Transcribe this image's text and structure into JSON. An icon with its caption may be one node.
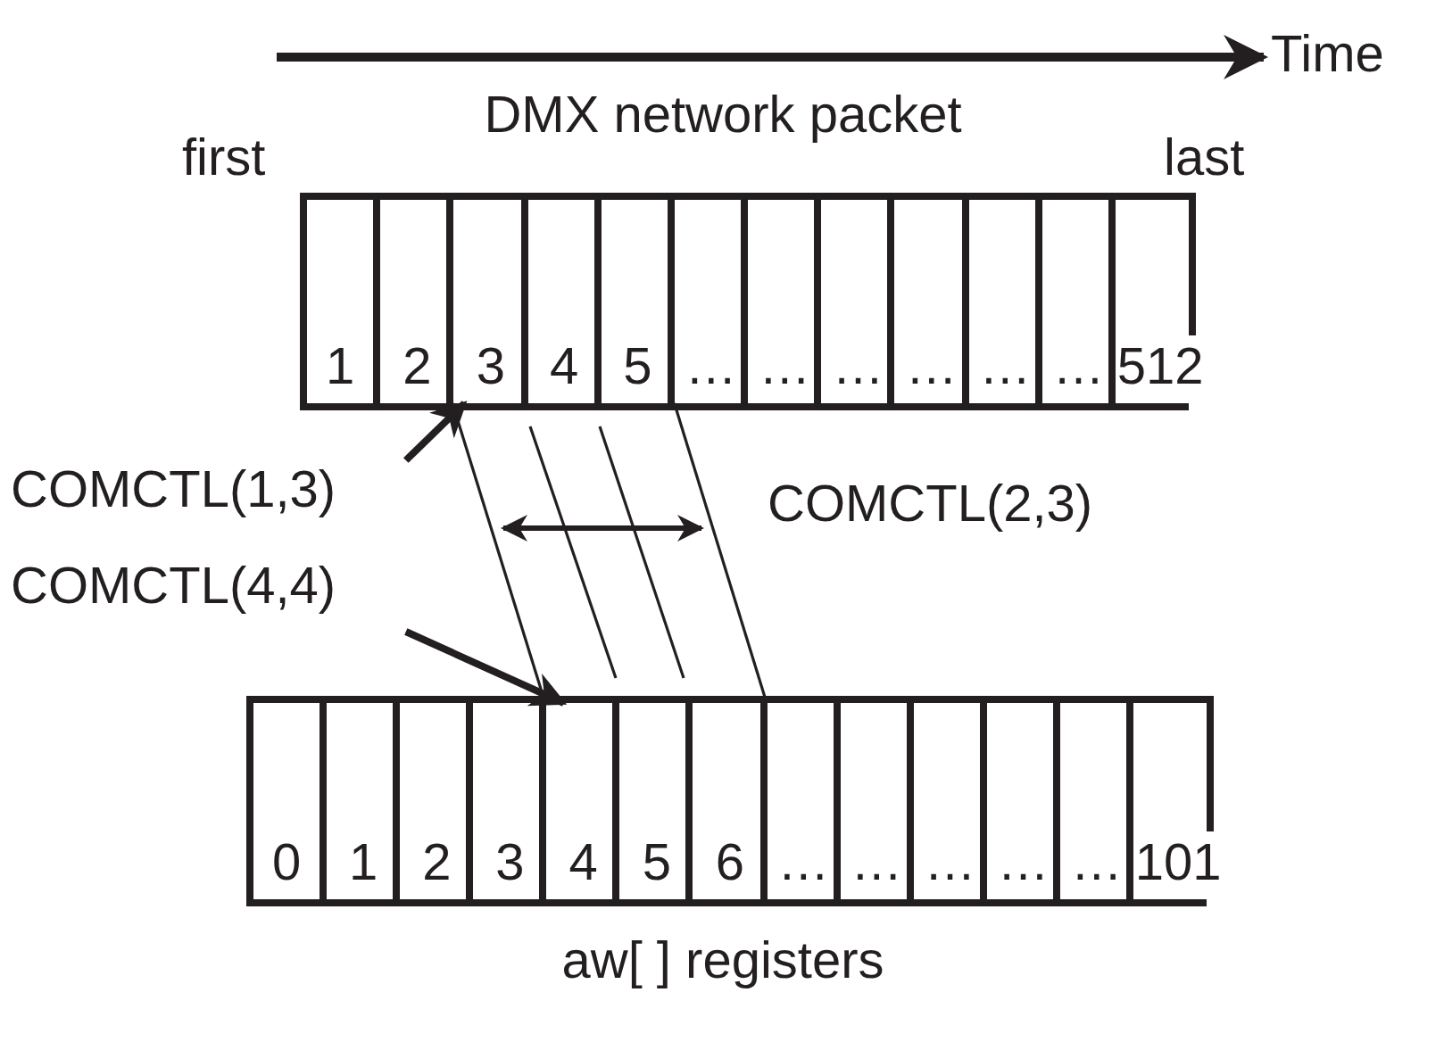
{
  "diagram": {
    "nodes": [
      {
        "text": [
          "DMX network packet"
        ],
        "beside": [
          "first",
          "last"
        ]
      },
      {
        "text": [
          "1"
        ],
        "in": 0
      },
      {
        "text": [
          "2"
        ],
        "in": 0
      },
      {
        "text": [
          "3"
        ],
        "in": 0
      },
      {
        "text": [
          "4"
        ],
        "in": 0
      },
      {
        "text": [
          "5"
        ],
        "in": 0
      },
      {
        "text": [
          "…"
        ],
        "in": 0
      },
      {
        "text": [
          "…"
        ],
        "in": 0
      },
      {
        "text": [
          "…"
        ],
        "in": 0
      },
      {
        "text": [
          "…"
        ],
        "in": 0
      },
      {
        "text": [
          "…"
        ],
        "in": 0
      },
      {
        "text": [
          "…"
        ],
        "in": 0
      },
      {
        "text": [
          "512"
        ],
        "in": 0
      },
      {
        "text": [
          "aw[ ] registers"
        ]
      },
      {
        "text": [
          "0"
        ],
        "in": 13
      },
      {
        "text": [
          "1"
        ],
        "in": 13
      },
      {
        "text": [
          "2"
        ],
        "in": 13
      },
      {
        "text": [
          "3"
        ],
        "in": 13
      },
      {
        "text": [
          "4"
        ],
        "in": 13
      },
      {
        "text": [
          "5"
        ],
        "in": 13
      },
      {
        "text": [
          "6"
        ],
        "in": 13
      },
      {
        "text": [
          "…"
        ],
        "in": 13
      },
      {
        "text": [
          "…"
        ],
        "in": 13
      },
      {
        "text": [
          "…"
        ],
        "in": 13
      },
      {
        "text": [
          "…"
        ],
        "in": 13
      },
      {
        "text": [
          "…"
        ],
        "in": 13
      },
      {
        "text": [
          "101"
        ],
        "in": 13
      },
      {
        "text": [
          "COMCTL(1,3)"
        ]
      },
      {
        "text": [
          "COMCTL(4,4)"
        ]
      }
    ],
    "edges": [
      {
        "from": 27,
        "to": 3,
        "arrow": "to",
        "style": "thick"
      },
      {
        "from": 28,
        "to": 18,
        "arrow": "to",
        "style": "thick"
      },
      {
        "from": 3,
        "to": 18,
        "arrow": "none"
      },
      {
        "from": 5,
        "to": 20,
        "arrow": "none"
      }
    ],
    "labels": [
      "Time",
      "COMCTL(2,3)"
    ]
  }
}
